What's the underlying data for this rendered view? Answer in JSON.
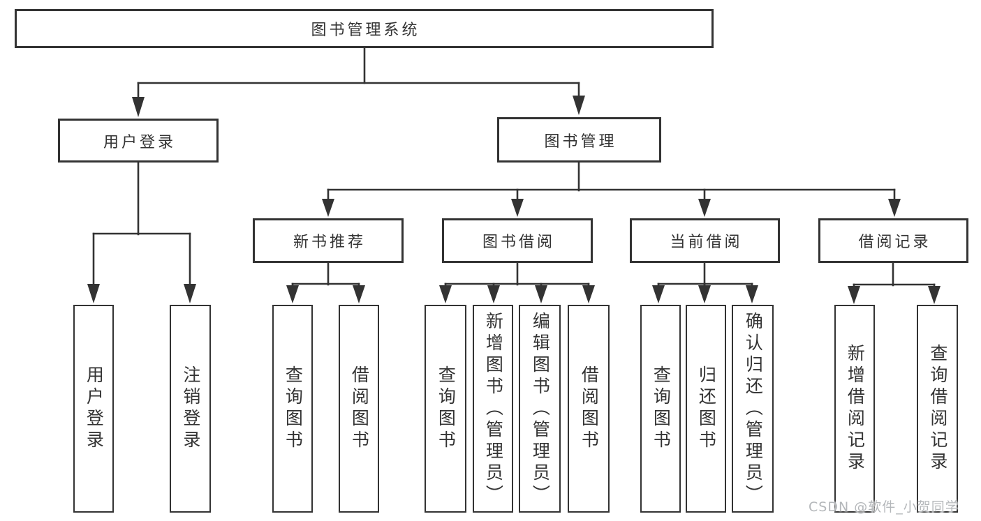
{
  "diagram": {
    "root": {
      "label": "图书管理系统"
    },
    "branches": [
      {
        "label": "用户登录",
        "children": [
          {
            "label": "用户登录"
          },
          {
            "label": "注销登录"
          }
        ]
      },
      {
        "label": "图书管理",
        "children": [
          {
            "label": "新书推荐",
            "children": [
              {
                "label": "查询图书"
              },
              {
                "label": "借阅图书"
              }
            ]
          },
          {
            "label": "图书借阅",
            "children": [
              {
                "label": "查询图书"
              },
              {
                "label": "新增图书（管理员）"
              },
              {
                "label": "编辑图书（管理员）"
              },
              {
                "label": "借阅图书"
              }
            ]
          },
          {
            "label": "当前借阅",
            "children": [
              {
                "label": "查询图书"
              },
              {
                "label": "归还图书"
              },
              {
                "label": "确认归还（管理员）"
              }
            ]
          },
          {
            "label": "借阅记录",
            "children": [
              {
                "label": "新增借阅记录"
              },
              {
                "label": "查询借阅记录"
              }
            ]
          }
        ]
      }
    ]
  },
  "watermark": {
    "text": "CSDN @软件_小贺同学"
  },
  "colors": {
    "line": "#333333",
    "text": "#333333",
    "background": "#ffffff",
    "watermark": "#b4b7ba"
  }
}
